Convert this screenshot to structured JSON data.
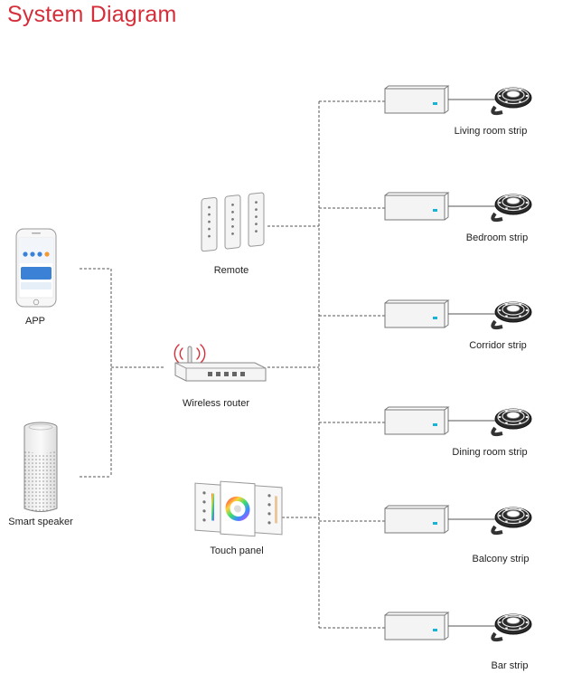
{
  "title": "System Diagram",
  "colors": {
    "title": "#d42e3a",
    "line": "#555555",
    "device": "#f2f2f2",
    "indicator": "#18b4d6"
  },
  "sources": {
    "app": "APP",
    "smart_speaker": "Smart speaker"
  },
  "hub": {
    "wireless_router": "Wireless router"
  },
  "inputs": {
    "remote": "Remote",
    "touch_panel": "Touch panel"
  },
  "strips": [
    {
      "label": "Living room strip"
    },
    {
      "label": "Bedroom strip"
    },
    {
      "label": "Corridor strip"
    },
    {
      "label": "Dining room strip"
    },
    {
      "label": "Balcony strip"
    },
    {
      "label": "Bar strip"
    }
  ]
}
